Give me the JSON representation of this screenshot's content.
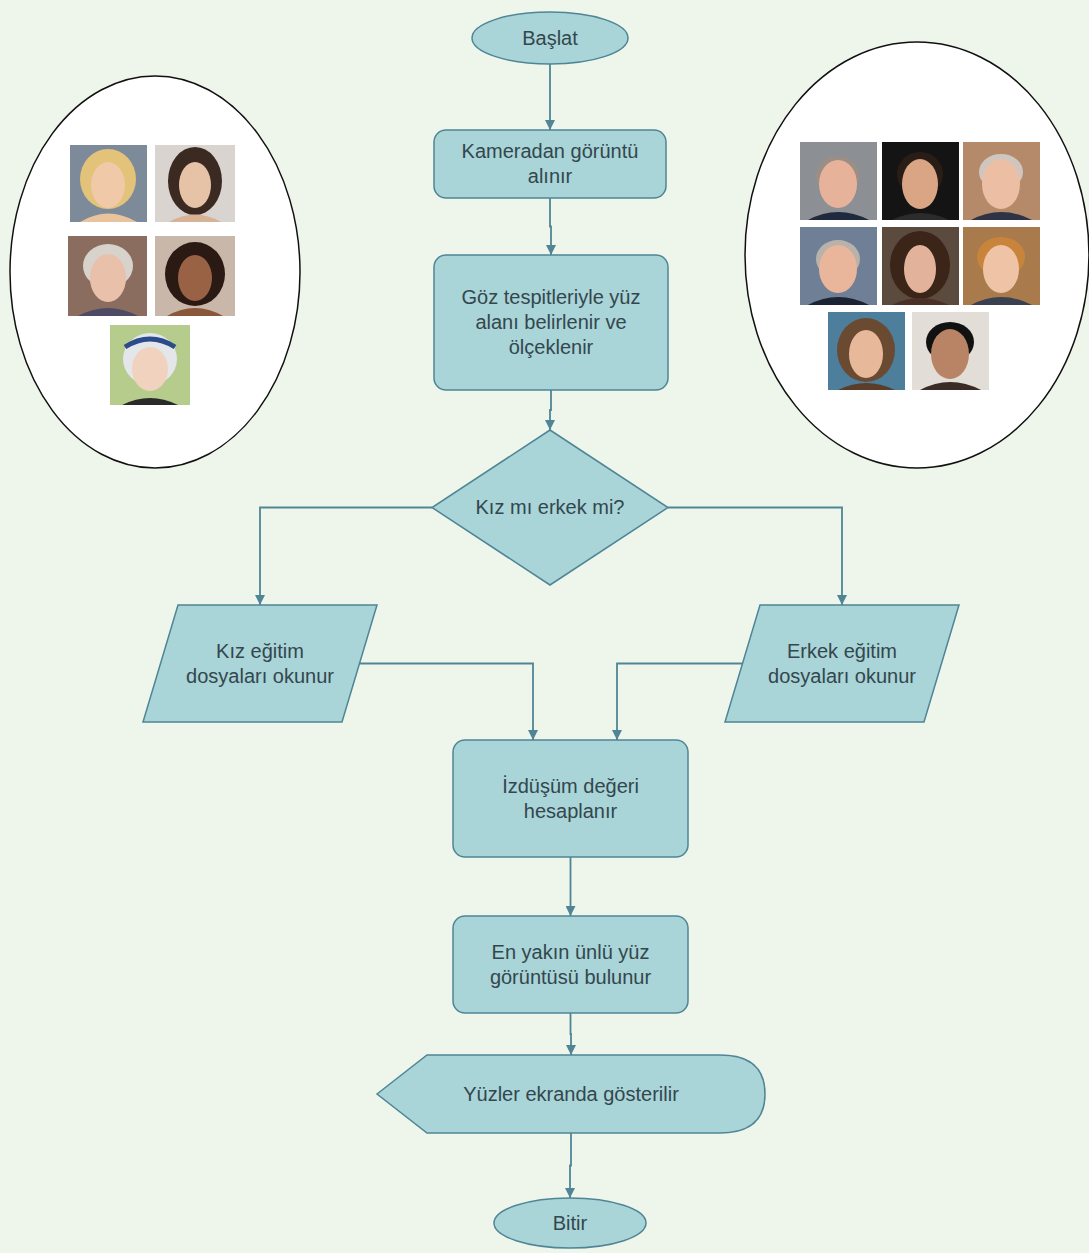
{
  "diagram": {
    "nodes": [
      {
        "text": [
          "Başlat"
        ]
      },
      {
        "text": [
          "Kameradan görüntü alınır"
        ]
      },
      {
        "text": [
          "Göz tespitleriyle yüz alanı belirlenir ve ölçeklenir"
        ]
      },
      {
        "text": [
          "Kız mı erkek mi?"
        ]
      },
      {
        "text": [
          "Kız eğitim dosyaları okunur"
        ]
      },
      {
        "text": [
          "Erkek eğitim dosyaları okunur"
        ]
      },
      {
        "text": [
          "İzdüşüm değeri hesaplanır"
        ]
      },
      {
        "text": [
          "En yakın ünlü yüz görüntüsü bulunur"
        ]
      },
      {
        "text": [
          "Yüzler ekranda gösterilir"
        ]
      },
      {
        "text": [
          "Bitir"
        ]
      }
    ],
    "edges": [
      {
        "from": 0,
        "to": 1,
        "arrow": "to"
      },
      {
        "from": 1,
        "to": 2,
        "arrow": "to"
      },
      {
        "from": 2,
        "to": 3,
        "arrow": "to"
      },
      {
        "from": 3,
        "to": 4,
        "arrow": "to"
      },
      {
        "from": 3,
        "to": 5,
        "arrow": "to"
      },
      {
        "from": 4,
        "to": 6,
        "arrow": "to"
      },
      {
        "from": 5,
        "to": 6,
        "arrow": "to"
      },
      {
        "from": 6,
        "to": 7,
        "arrow": "to"
      },
      {
        "from": 7,
        "to": 8,
        "arrow": "to"
      },
      {
        "from": 8,
        "to": 9,
        "arrow": "to"
      }
    ]
  }
}
